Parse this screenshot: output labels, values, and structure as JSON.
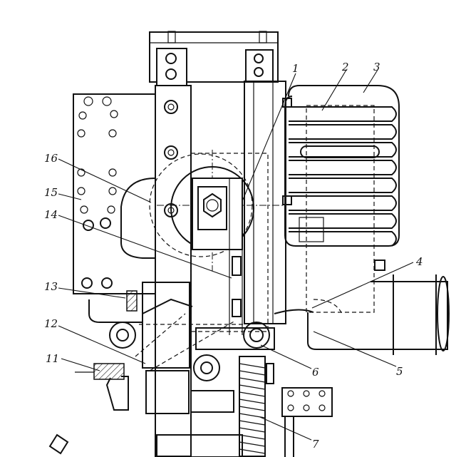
{
  "callouts": [
    {
      "id": "1",
      "text": "1"
    },
    {
      "id": "2",
      "text": "2"
    },
    {
      "id": "3",
      "text": "3"
    },
    {
      "id": "4",
      "text": "4"
    },
    {
      "id": "5",
      "text": "5"
    },
    {
      "id": "6",
      "text": "6"
    },
    {
      "id": "7",
      "text": "7"
    },
    {
      "id": "11",
      "text": "11"
    },
    {
      "id": "12",
      "text": "12"
    },
    {
      "id": "13",
      "text": "13"
    },
    {
      "id": "14",
      "text": "14"
    },
    {
      "id": "15",
      "text": "15"
    },
    {
      "id": "16",
      "text": "16"
    }
  ],
  "colors": {
    "ink": "#111111",
    "paper": "#ffffff"
  }
}
